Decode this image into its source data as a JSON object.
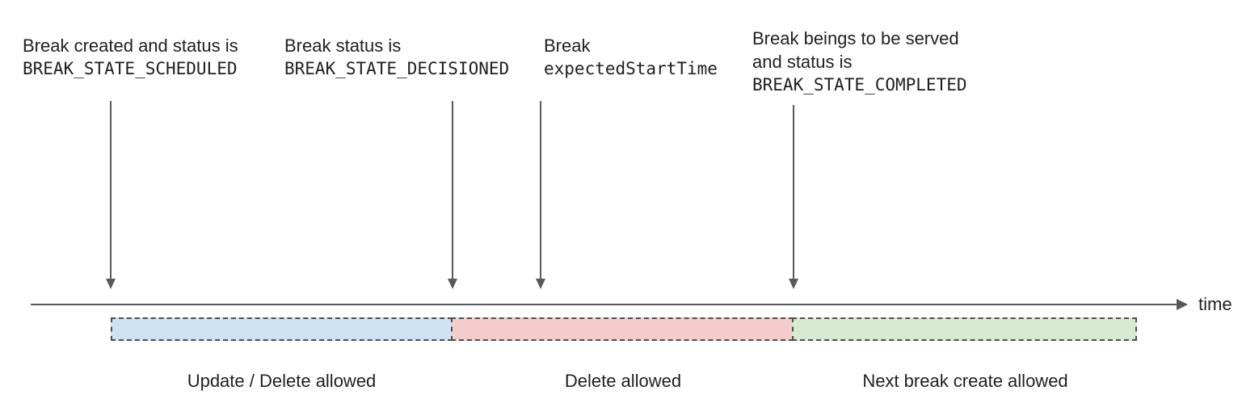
{
  "colors": {
    "segment_blue": "#cfe2f3",
    "segment_red": "#f4cccc",
    "segment_green": "#d9ead3",
    "line": "#58595b",
    "text": "#1f1f1f"
  },
  "timeline": {
    "axis_label": "time"
  },
  "annotations": {
    "scheduled": {
      "line1": "Break created and status is",
      "code": "BREAK_STATE_SCHEDULED"
    },
    "decisioned": {
      "line1": "Break status is",
      "code": "BREAK_STATE_DECISIONED"
    },
    "expected_start": {
      "line1": "Break",
      "code": "expectedStartTime"
    },
    "completed": {
      "line1": "Break beings to be served",
      "line2": "and status is",
      "code": "BREAK_STATE_COMPLETED"
    }
  },
  "segments": {
    "update_delete": {
      "label": "Update / Delete allowed",
      "color": "#cfe2f3"
    },
    "delete_only": {
      "label": "Delete allowed",
      "color": "#f4cccc"
    },
    "next_break": {
      "label": "Next break create allowed",
      "color": "#d9ead3"
    }
  }
}
